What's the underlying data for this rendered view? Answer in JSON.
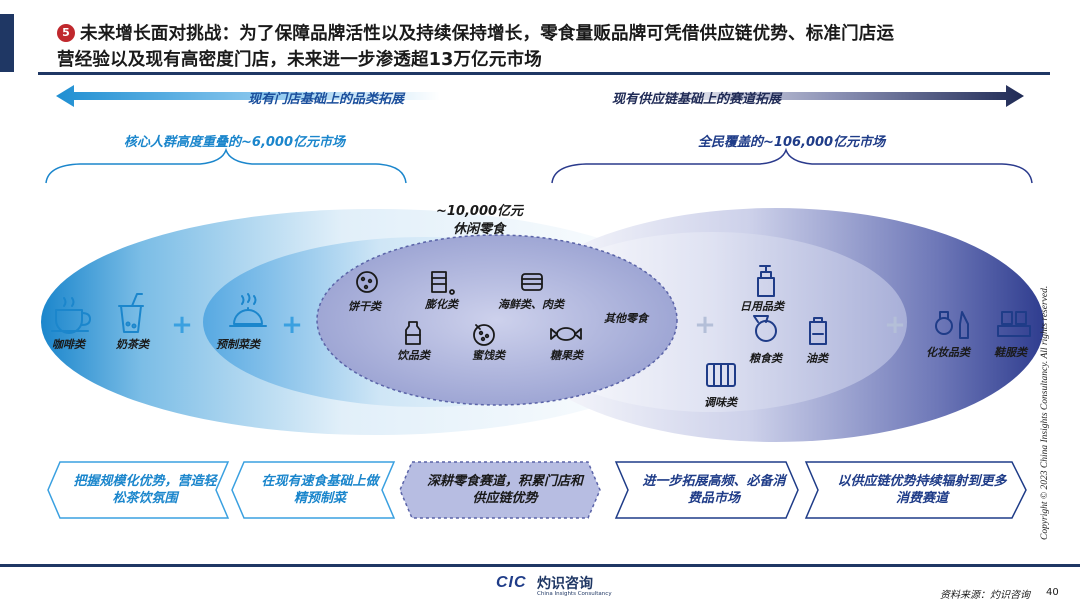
{
  "header": {
    "number": "5",
    "title_line1": "未来增长面对挑战：为了保障品牌活性以及持续保持增长，零食量贩品牌可凭借供应链优势、标准门店运",
    "title_line2": "营经验以及现有高密度门店，未来进一步渗透超13万亿元市场"
  },
  "arrows": {
    "left_label": "现有门店基础上的品类拓展",
    "right_label": "现有供应链基础上的赛道拓展"
  },
  "markets": {
    "left_label": "核心人群高度重叠的~6,000亿元市场",
    "right_label": "全民覆盖的~106,000亿元市场",
    "center_value": "~10,000亿元",
    "center_name": "休闲零食"
  },
  "categories": {
    "coffee": "咖啡类",
    "milk_tea": "奶茶类",
    "prepared": "预制菜类",
    "biscuits": "饼干类",
    "puffed": "膨化类",
    "seafood_meat": "海鲜类、肉类",
    "other": "其他零食",
    "drinks": "饮品类",
    "candied": "蜜饯类",
    "candy": "糖果类",
    "daily": "日用品类",
    "grain": "粮食类",
    "oil": "油类",
    "seasoning": "调味类",
    "cosmetics": "化妆品类",
    "shoes": "鞋服类"
  },
  "plus_sign": "+",
  "steps": [
    "把握规模化优势，营造轻松茶饮氛围",
    "在现有速食基础上做精预制菜",
    "深耕零食赛道，积累门店和供应链优势",
    "进一步拓展高频、必备消费品市场",
    "以供应链优势持续辐射到更多消费赛道"
  ],
  "footer": {
    "copyright": "Copyright © 2023 China Insights Consultancy. All rights reserved.",
    "logo_mark": "CIC",
    "logo_cn": "灼识咨询",
    "logo_en": "China Insights Consultancy",
    "source": "资料来源：灼识咨询",
    "page": "40"
  },
  "colors": {
    "navy": "#1f3764",
    "accent_red": "#c0282d",
    "left_blue": "#1f8fd2",
    "right_blue": "#2a3a8c",
    "center_fill": "#9ea6d4",
    "label_blue": "#1b4f9c",
    "plus_blue": "#3aa0e0",
    "plus_gray": "#b4bfd8"
  }
}
